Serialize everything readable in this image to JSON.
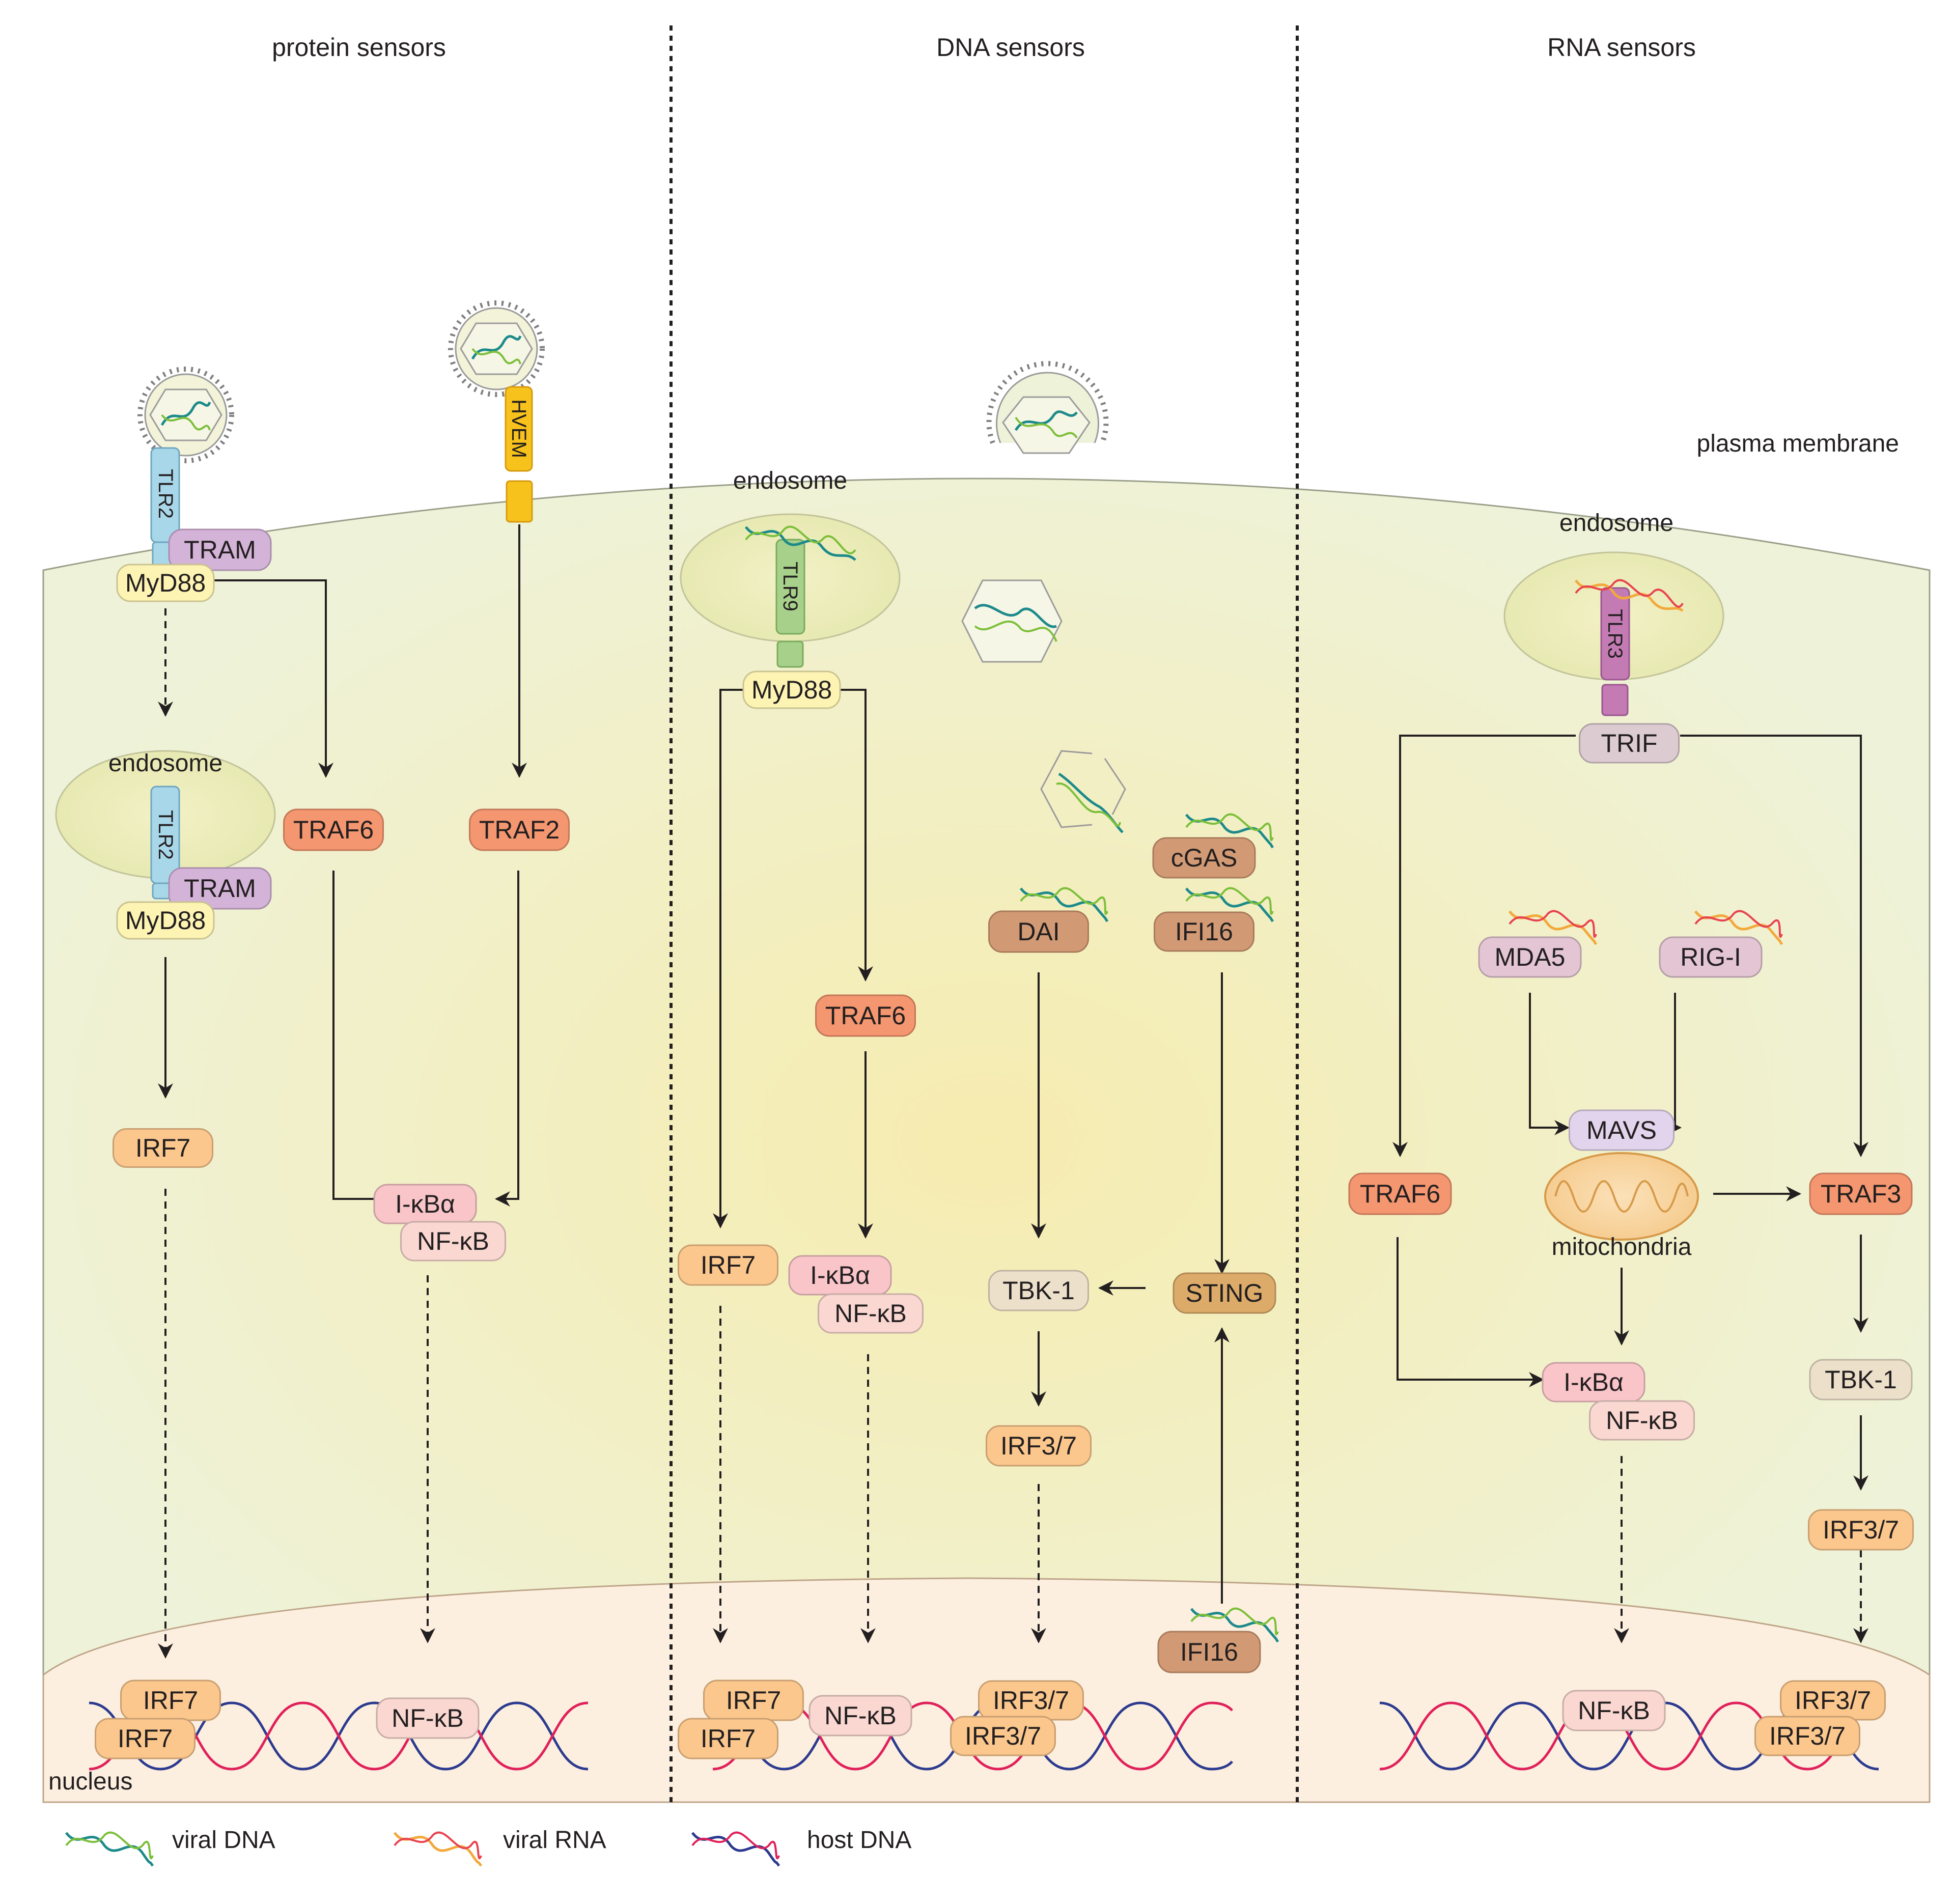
{
  "sections": {
    "protein": "protein sensors",
    "dna": "DNA sensors",
    "rna": "RNA sensors"
  },
  "labels": {
    "plasma_membrane": "plasma membrane",
    "nucleus": "nucleus",
    "endosome_protein": "endosome",
    "endosome_dna": "endosome",
    "endosome_rna": "endosome",
    "mitochondria": "mitochondria"
  },
  "legend": {
    "viral_dna": "viral DNA",
    "viral_rna": "viral RNA",
    "host_dna": "host DNA"
  },
  "receptors": {
    "tlr2_surface": "TLR2",
    "tlr2_endosome": "TLR2",
    "hvem": "HVEM",
    "tlr9": "TLR9",
    "tlr3": "TLR3"
  },
  "nodes": {
    "tram_1": "TRAM",
    "myd88_1": "MyD88",
    "tram_2": "TRAM",
    "myd88_2": "MyD88",
    "traf6_1": "TRAF6",
    "traf2": "TRAF2",
    "irf7_1": "IRF7",
    "ikba_1": "I-κBα",
    "nfkb_1": "NF-κB",
    "irf7_n1a": "IRF7",
    "irf7_n1b": "IRF7",
    "nfkb_n1": "NF-κB",
    "myd88_3": "MyD88",
    "traf6_2": "TRAF6",
    "irf7_2": "IRF7",
    "ikba_2": "I-κBα",
    "nfkb_2": "NF-κB",
    "cgas": "cGAS",
    "ifi16_1": "IFI16",
    "dai": "DAI",
    "tbk1_1": "TBK-1",
    "sting": "STING",
    "irf37_1": "IRF3/7",
    "ifi16_2": "IFI16",
    "irf7_n2a": "IRF7",
    "irf7_n2b": "IRF7",
    "nfkb_n2": "NF-κB",
    "irf37_n2a": "IRF3/7",
    "irf37_n2b": "IRF3/7",
    "trif": "TRIF",
    "mda5": "MDA5",
    "rigi": "RIG-I",
    "mavs": "MAVS",
    "traf6_3": "TRAF6",
    "traf3": "TRAF3",
    "ikba_3": "I-κBα",
    "nfkb_3": "NF-κB",
    "tbk1_2": "TBK-1",
    "irf37_2": "IRF3/7",
    "nfkb_n3": "NF-κB",
    "irf37_n3a": "IRF3/7",
    "irf37_n3b": "IRF3/7"
  },
  "colors": {
    "cytoplasm": "#eef2d8",
    "cytoplasm_center": "#f6ecb0",
    "nucleus": "#fcefdf",
    "endosome": "#ecedb9",
    "viral_dna_a": "#1d8a8a",
    "viral_dna_b": "#7cbf3a",
    "viral_rna_a": "#f2a93b",
    "viral_rna_b": "#e8434f",
    "host_dna_a": "#2c3a8f",
    "host_dna_b": "#e0205a",
    "tlr2": "#a9d7ea",
    "tlr9": "#a7d08a",
    "tlr3": "#c47bb4",
    "hvem": "#f7c21b",
    "tram": "#d4b3d8",
    "myd88": "#fdf4b4",
    "traf": "#f4966f",
    "irf": "#fbc78d",
    "ikba": "#f9c5c9",
    "nfkb": "#fad7d1",
    "dna_sensor": "#d29a74",
    "sting": "#dcab6a",
    "tbk1": "#ede0ca",
    "trif": "#dccbd0",
    "rlr": "#e3c5d3",
    "mavs": "#e2d4ec"
  }
}
